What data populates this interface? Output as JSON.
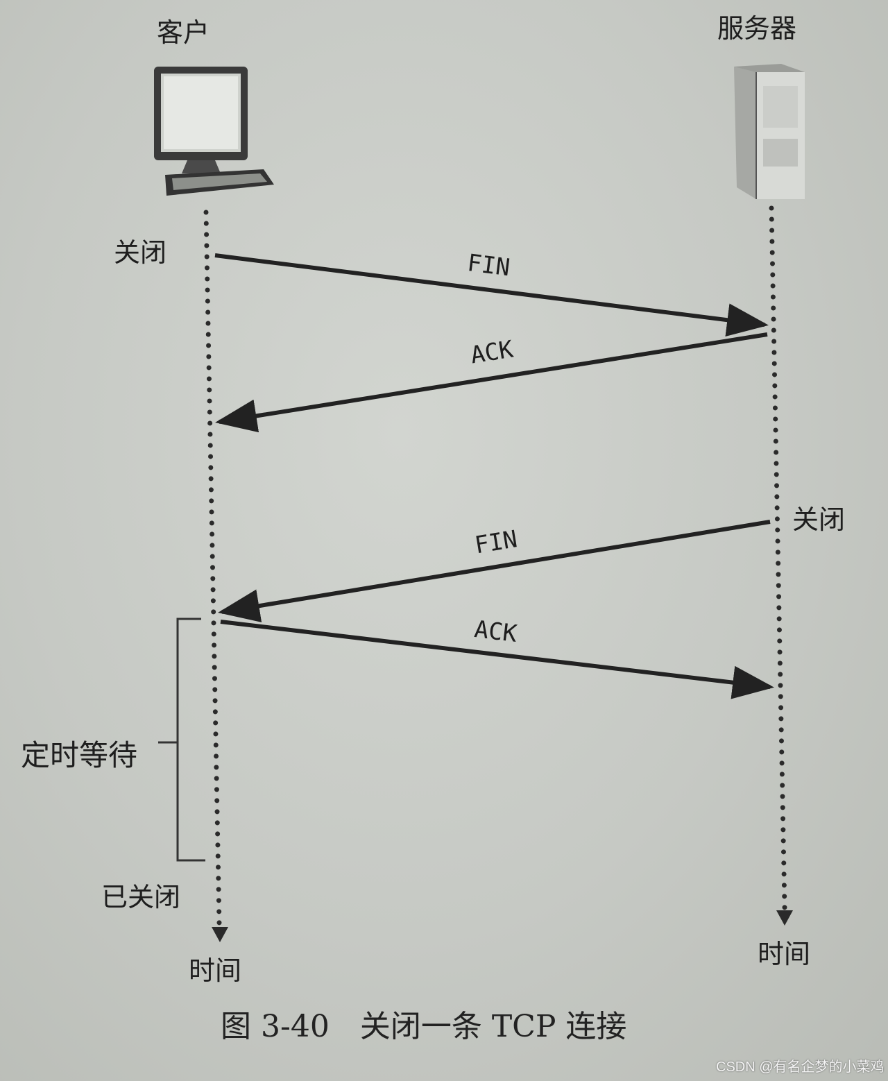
{
  "diagram": {
    "client_label": "客户",
    "server_label": "服务器",
    "client_close_label": "关闭",
    "server_close_label": "关闭",
    "timed_wait_label": "定时等待",
    "closed_label": "已关闭",
    "client_time_label": "时间",
    "server_time_label": "时间",
    "messages": [
      {
        "label": "FIN",
        "direction": "client-to-server"
      },
      {
        "label": "ACK",
        "direction": "server-to-client"
      },
      {
        "label": "FIN",
        "direction": "server-to-client"
      },
      {
        "label": "ACK",
        "direction": "client-to-server"
      }
    ],
    "caption": "图 3-40　关闭一条 TCP 连接"
  },
  "watermark": "CSDN @有名企梦的小菜鸡",
  "icons": {
    "client": "desktop-computer-icon",
    "server": "server-tower-icon"
  },
  "colors": {
    "ink": "#222222",
    "paper": "#c8cbc6"
  }
}
